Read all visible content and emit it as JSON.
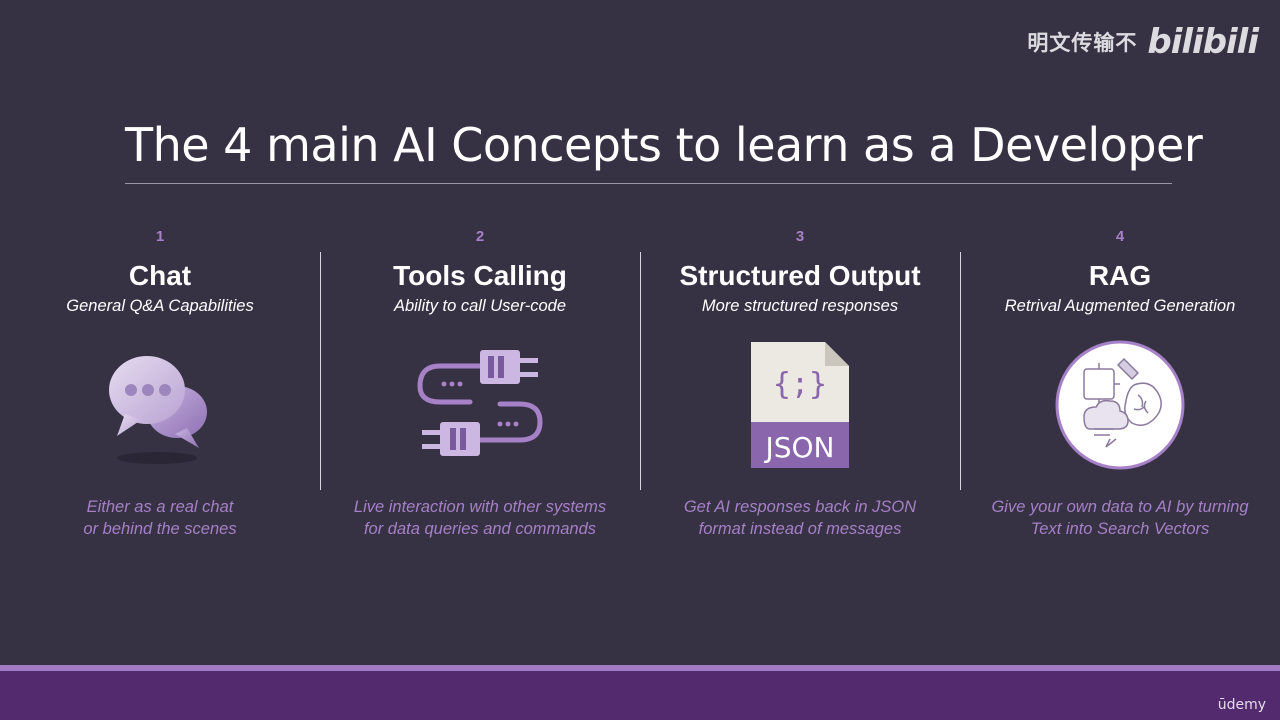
{
  "watermark": {
    "text": "明文传输不",
    "logo": "bilibili"
  },
  "slide": {
    "title": "The 4 main AI Concepts to learn as a Developer"
  },
  "concepts": [
    {
      "number": "1",
      "heading": "Chat",
      "subtitle": "General Q&A Capabilities",
      "desc_line1": "Either as a real chat",
      "desc_line2": "or behind the scenes",
      "icon": "chat-bubbles-icon"
    },
    {
      "number": "2",
      "heading": "Tools Calling",
      "subtitle": "Ability to call User-code",
      "desc_line1": "Live interaction with other systems",
      "desc_line2": "for data queries and commands",
      "icon": "plug-connector-icon"
    },
    {
      "number": "3",
      "heading": "Structured Output",
      "subtitle": "More structured responses",
      "desc_line1": "Get AI responses back in JSON",
      "desc_line2": "format instead of messages",
      "icon": "json-file-icon",
      "icon_label": "JSON",
      "icon_glyph": "{;}"
    },
    {
      "number": "4",
      "heading": "RAG",
      "subtitle": "Retrival Augmented Generation",
      "desc_line1": "Give your own data to AI by turning",
      "desc_line2": "Text into Search Vectors",
      "icon": "knowledge-brain-icon"
    }
  ],
  "footer": {
    "brand": "ūdemy"
  },
  "colors": {
    "background": "#363244",
    "accent": "#a681c8",
    "footer": "#542a6e",
    "stripe": "#a07bc4"
  }
}
